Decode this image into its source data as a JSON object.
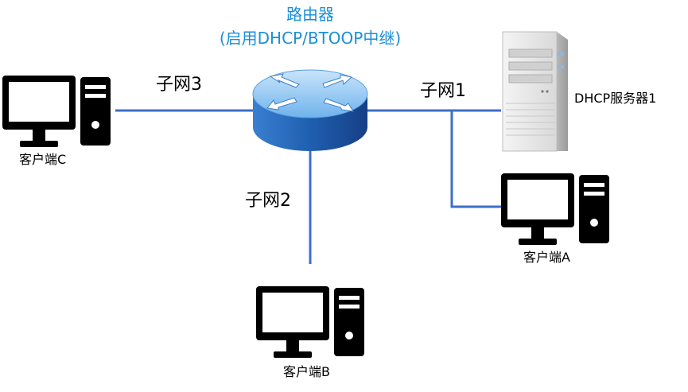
{
  "router": {
    "title": "路由器",
    "subtitle": "(启用DHCP/BTOOP中继)"
  },
  "subnets": {
    "s1": "子网1",
    "s2": "子网2",
    "s3": "子网3"
  },
  "server": {
    "label": "DHCP服务器1"
  },
  "clients": {
    "a": "客户端A",
    "b": "客户端B",
    "c": "客户端C"
  },
  "colors": {
    "link": "#3b6fc8",
    "router_top": "#9cc9f0",
    "router_side": "#2f6fbf",
    "router_title": "#1a8fd6",
    "computer": "#000000",
    "server_body": "#e6e6e6"
  },
  "icons": {
    "router": "router-icon",
    "server": "server-icon",
    "computer": "computer-icon"
  }
}
